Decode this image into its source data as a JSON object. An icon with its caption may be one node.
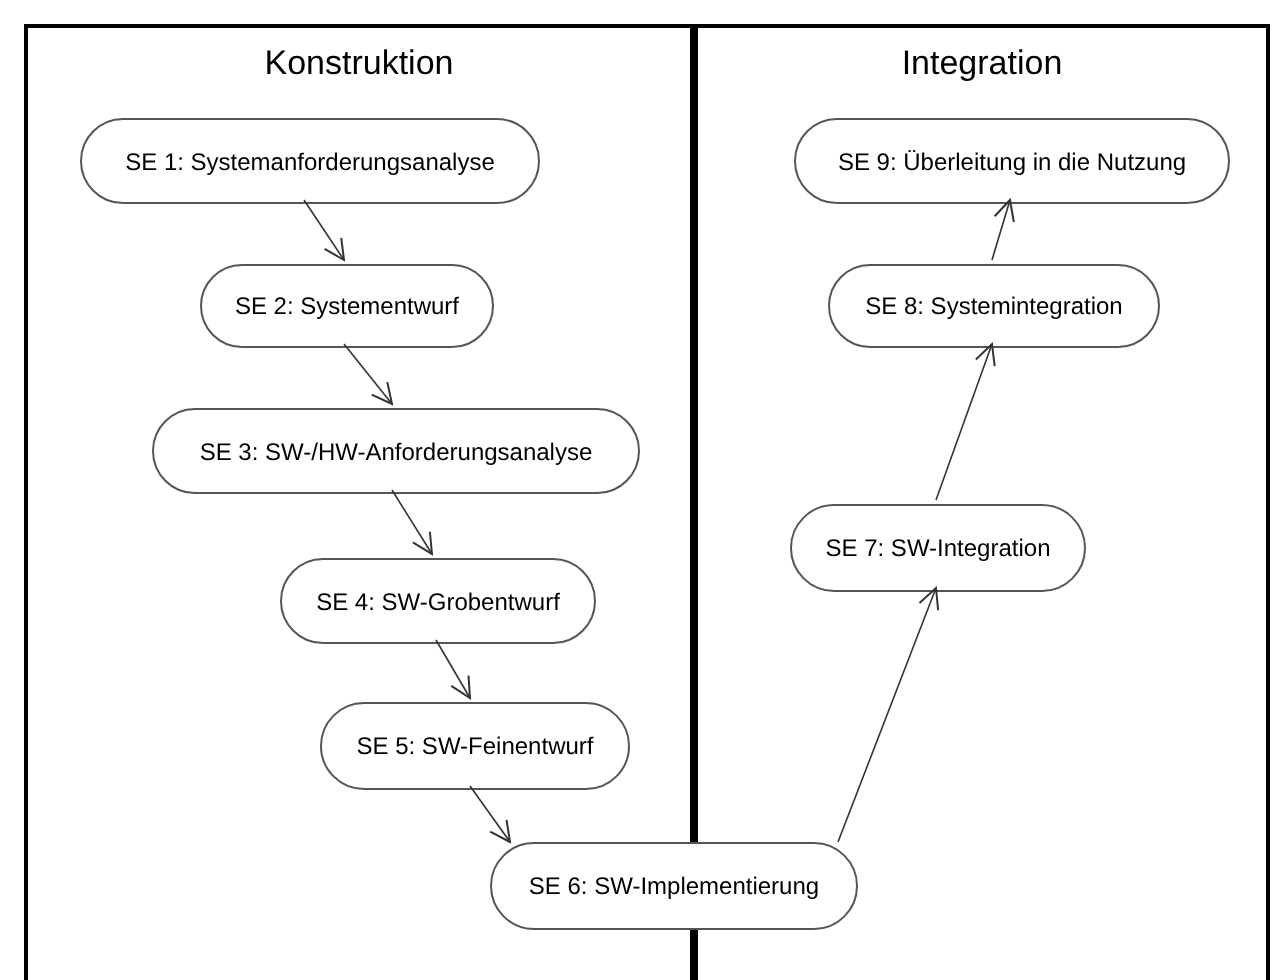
{
  "diagram": {
    "nodes": [
      {
        "text": [
          "Konstruktion"
        ]
      },
      {
        "text": [
          "Integration"
        ]
      },
      {
        "text": [
          "SE 1: Systemanforderungsanalyse"
        ],
        "in": 0
      },
      {
        "text": [
          "SE 2: Systementwurf"
        ],
        "in": 0
      },
      {
        "text": [
          "SE 3: SW-/HW-Anforderungsanalyse"
        ],
        "in": 0
      },
      {
        "text": [
          "SE 4: SW-Grobentwurf"
        ],
        "in": 0
      },
      {
        "text": [
          "SE 5: SW-Feinentwurf"
        ],
        "in": 0
      },
      {
        "text": [
          "SE 6: SW-Implementierung"
        ]
      },
      {
        "text": [
          "SE 7: SW-Integration"
        ],
        "in": 1
      },
      {
        "text": [
          "SE 8: Systemintegration"
        ],
        "in": 1
      },
      {
        "text": [
          "SE 9: Überleitung in die Nutzung"
        ],
        "in": 1
      }
    ],
    "edges": [
      {
        "from": 2,
        "to": 3,
        "arrow": "to"
      },
      {
        "from": 3,
        "to": 4,
        "arrow": "to"
      },
      {
        "from": 4,
        "to": 5,
        "arrow": "to"
      },
      {
        "from": 5,
        "to": 6,
        "arrow": "to"
      },
      {
        "from": 6,
        "to": 7,
        "arrow": "to"
      },
      {
        "from": 7,
        "to": 8,
        "arrow": "to"
      },
      {
        "from": 8,
        "to": 9,
        "arrow": "to"
      },
      {
        "from": 9,
        "to": 10,
        "arrow": "to"
      }
    ]
  }
}
